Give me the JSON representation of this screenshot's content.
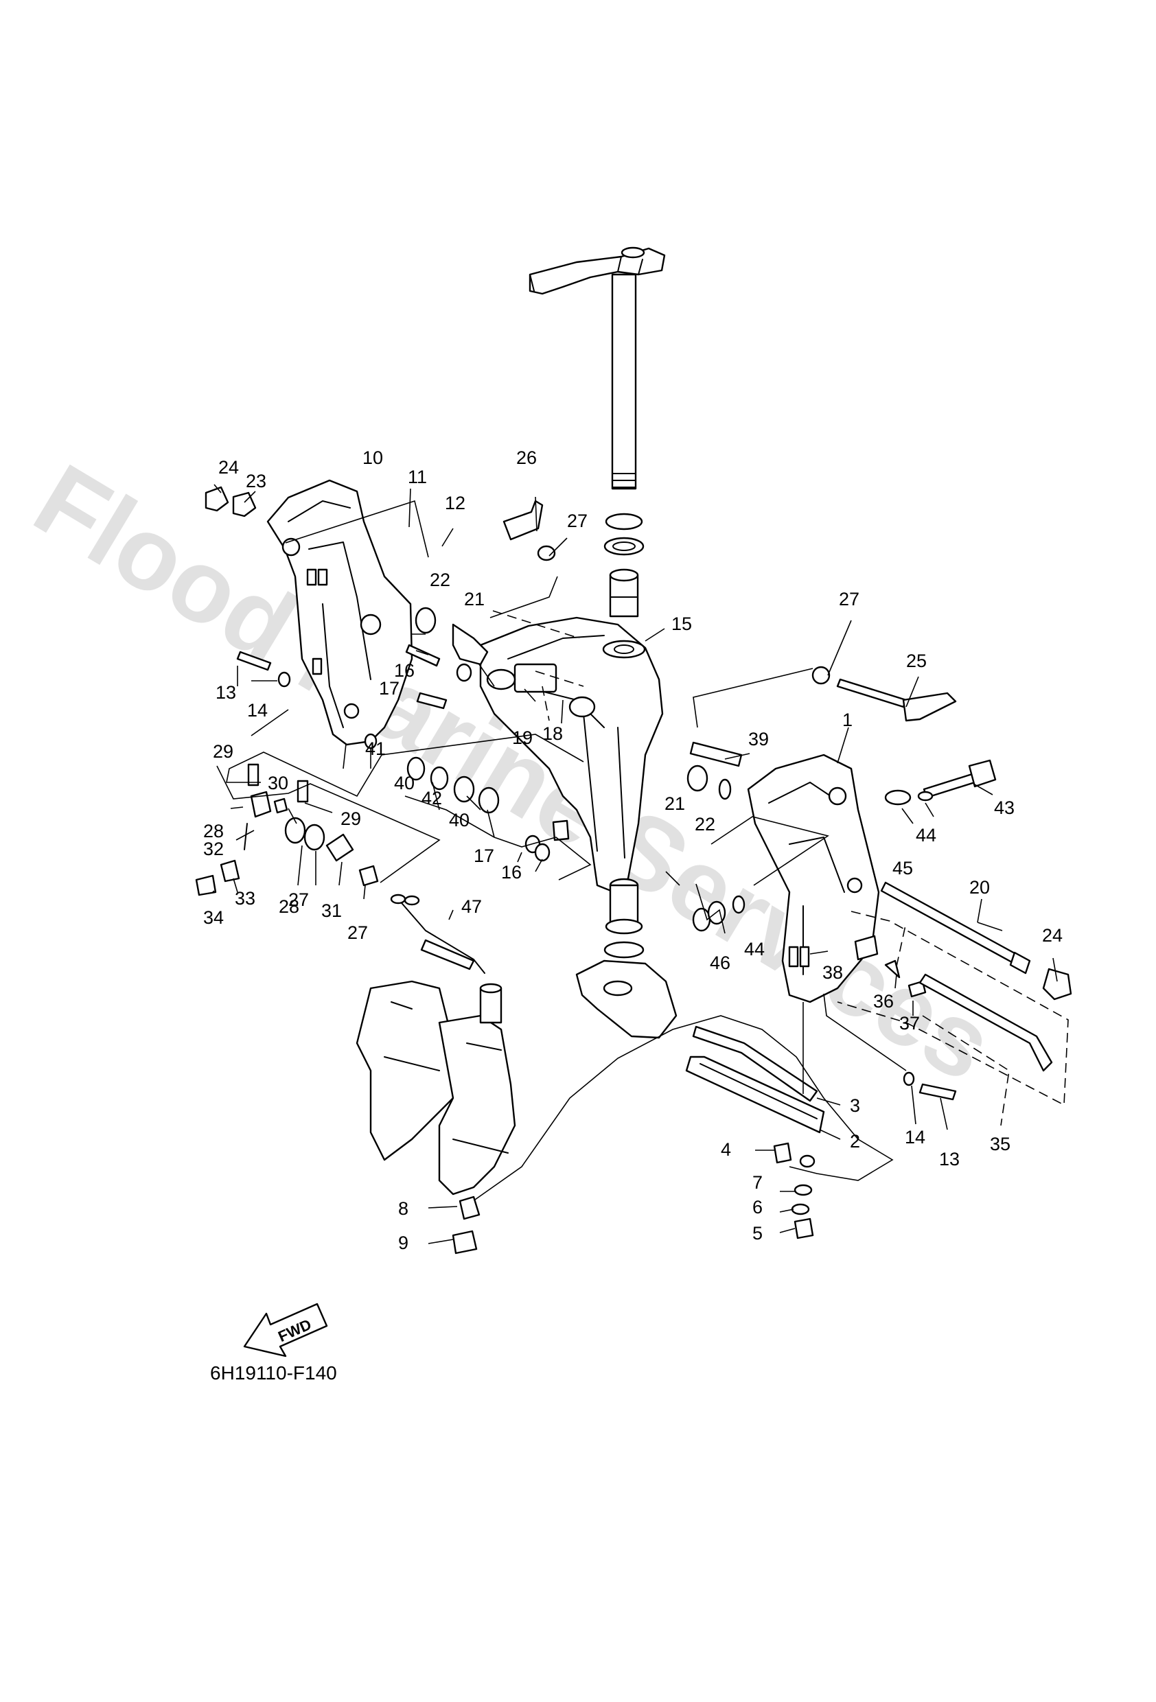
{
  "diagram_code": "6H19110-F140",
  "watermark": "Flood Marine Services",
  "fwd_label": "FWD",
  "part_labels": [
    {
      "n": "1"
    },
    {
      "n": "2"
    },
    {
      "n": "3"
    },
    {
      "n": "4"
    },
    {
      "n": "5"
    },
    {
      "n": "6"
    },
    {
      "n": "7"
    },
    {
      "n": "8"
    },
    {
      "n": "9"
    },
    {
      "n": "10"
    },
    {
      "n": "11"
    },
    {
      "n": "12"
    },
    {
      "n": "13"
    },
    {
      "n": "13"
    },
    {
      "n": "14"
    },
    {
      "n": "14"
    },
    {
      "n": "15"
    },
    {
      "n": "16"
    },
    {
      "n": "16"
    },
    {
      "n": "17"
    },
    {
      "n": "17"
    },
    {
      "n": "18"
    },
    {
      "n": "19"
    },
    {
      "n": "20"
    },
    {
      "n": "21"
    },
    {
      "n": "21"
    },
    {
      "n": "22"
    },
    {
      "n": "22"
    },
    {
      "n": "23"
    },
    {
      "n": "24"
    },
    {
      "n": "24"
    },
    {
      "n": "25"
    },
    {
      "n": "26"
    },
    {
      "n": "27"
    },
    {
      "n": "27"
    },
    {
      "n": "27"
    },
    {
      "n": "27"
    },
    {
      "n": "28"
    },
    {
      "n": "28"
    },
    {
      "n": "29"
    },
    {
      "n": "29"
    },
    {
      "n": "30"
    },
    {
      "n": "31"
    },
    {
      "n": "32"
    },
    {
      "n": "33"
    },
    {
      "n": "34"
    },
    {
      "n": "35"
    },
    {
      "n": "36"
    },
    {
      "n": "37"
    },
    {
      "n": "38"
    },
    {
      "n": "39"
    },
    {
      "n": "40"
    },
    {
      "n": "40"
    },
    {
      "n": "41"
    },
    {
      "n": "42"
    },
    {
      "n": "43"
    },
    {
      "n": "44"
    },
    {
      "n": "44"
    },
    {
      "n": "45"
    },
    {
      "n": "46"
    },
    {
      "n": "47"
    }
  ]
}
